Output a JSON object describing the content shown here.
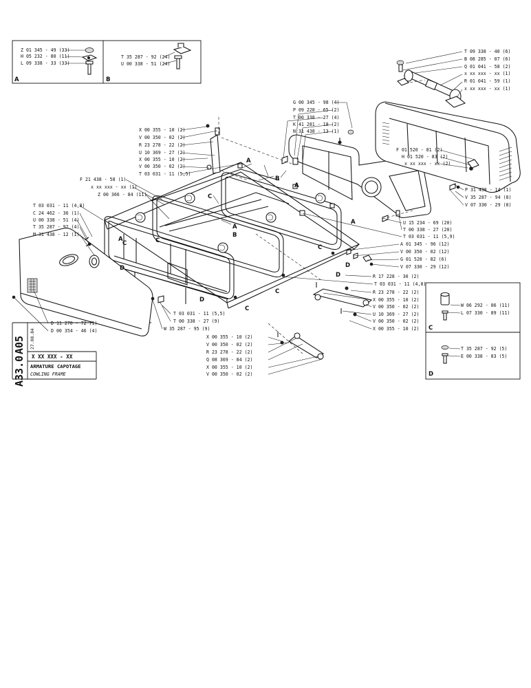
{
  "sheet": {
    "number_left": "A05",
    "number_right": "A33.0",
    "date": "27.08.84",
    "code": "X XX XXX - XX",
    "title_fr": "ARMATURE CAPOTAGE",
    "title_en": "COWLING FRAME"
  },
  "inset_a": {
    "letter": "A",
    "labels": [
      "Z 01 345 - 49 (33)",
      "H 05 232 - 80 (11)",
      "L 09 338 - 33 (33)"
    ]
  },
  "inset_b": {
    "letter": "B",
    "labels": [
      "T 35 287 - 92 (24)",
      "U 00 338 - 51 (24)"
    ]
  },
  "inset_c": {
    "letter": "C",
    "labels": [
      "W 06 292 - 06 (11)",
      "L 07 330 - 89 (11)"
    ]
  },
  "inset_d": {
    "letter": "D",
    "labels": [
      "T 35 287 - 92 (5)",
      "E 00 338 - 83 (5)"
    ]
  },
  "callout_letters": [
    "A",
    "B",
    "C",
    "D"
  ],
  "parts": [
    "T 09 338 - 40 (6)",
    "B 08 285 - 07 (6)",
    "Q 01 041 - 58 (2)",
    "x xx xxx - xx (1)",
    "R 01 041 - 59 (1)",
    "x xx xxx - xx (1)",
    "G 00 345 - 98 (4)",
    "P 09 228 - 65 (2)",
    "T 00 338 - 27 (4)",
    "K 41 281 - 18 (2)",
    "N 31 438 - 13 (1)",
    "X 00 355 - 10 (2)",
    "V 00 350 - 02 (2)",
    "R 23 278 - 22 (2)",
    "U 10 369 - 27 (2)",
    "X 00 355 - 10 (2)",
    "V 00 350 - 02 (2)",
    "T 03 031 - 11 (5,5)",
    "F 01 520 - 81 (2)",
    "H 01 520 - 83 (2)",
    "x xx xxx - xx (2)",
    "P 31 438 - 14 (1)",
    "V 35 287 - 94 (8)",
    "V 07 330 - 29 (8)",
    "F 21 438 - 58 (1)",
    "x xx xxx - xx (1)",
    "Z 00 366 - 84 (11)",
    "T 03 031 - 11 (4,8)",
    "C 24 462 - 36 (1)",
    "U 00 338 - 51 (4)",
    "T 35 287 - 92 (4)",
    "M 31 438 - 12 (1)",
    "U 15 234 - 69 (20)",
    "T 00 338 - 27 (20)",
    "T 03 031 - 11 (5,9)",
    "A 01 345 - 96 (12)",
    "V 00 350 - 02 (12)",
    "G 01 520 - 82 (6)",
    "V 07 330 - 29 (12)",
    "R 17 228 - 30 (2)",
    "T 03 031 - 11 (4,8)",
    "R 23 278 - 22 (2)",
    "X 00 355 - 10 (2)",
    "V 00 350 - 02 (2)",
    "U 10 369 - 27 (2)",
    "V 00 350 - 02 (2)",
    "X 00 355 - 10 (2)",
    "T 03 031 - 11 (5,5)",
    "T 00 338 - 27 (9)",
    "W 35 287 - 95 (9)",
    "D 11 270 - 72 (1)",
    "D 00 354 - 46 (4)",
    "X 00 355 - 10 (2)",
    "V 00 350 - 02 (2)",
    "R 23 278 - 22 (2)",
    "Q 08 369 - 84 (2)",
    "X 00 355 - 10 (2)",
    "V 00 350 - 02 (2)"
  ]
}
